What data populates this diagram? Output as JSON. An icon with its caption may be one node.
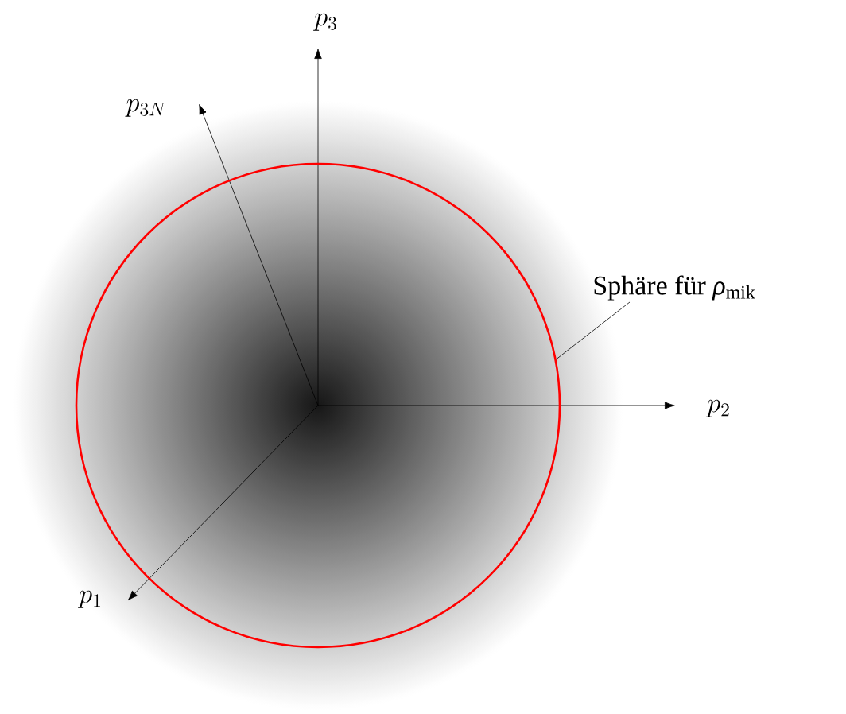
{
  "diagram": {
    "nodes": [
      {
        "text": [],
        "shape": "circle"
      },
      {
        "text": [
          "Sphäre für *ρ*$_{mik}$"
        ]
      }
    ],
    "edges": [
      {
        "from": 1,
        "to": 0,
        "arrow": "none"
      }
    ],
    "labels": [
      "p_3",
      "p_{3N}",
      "p_2",
      "p_1"
    ]
  }
}
